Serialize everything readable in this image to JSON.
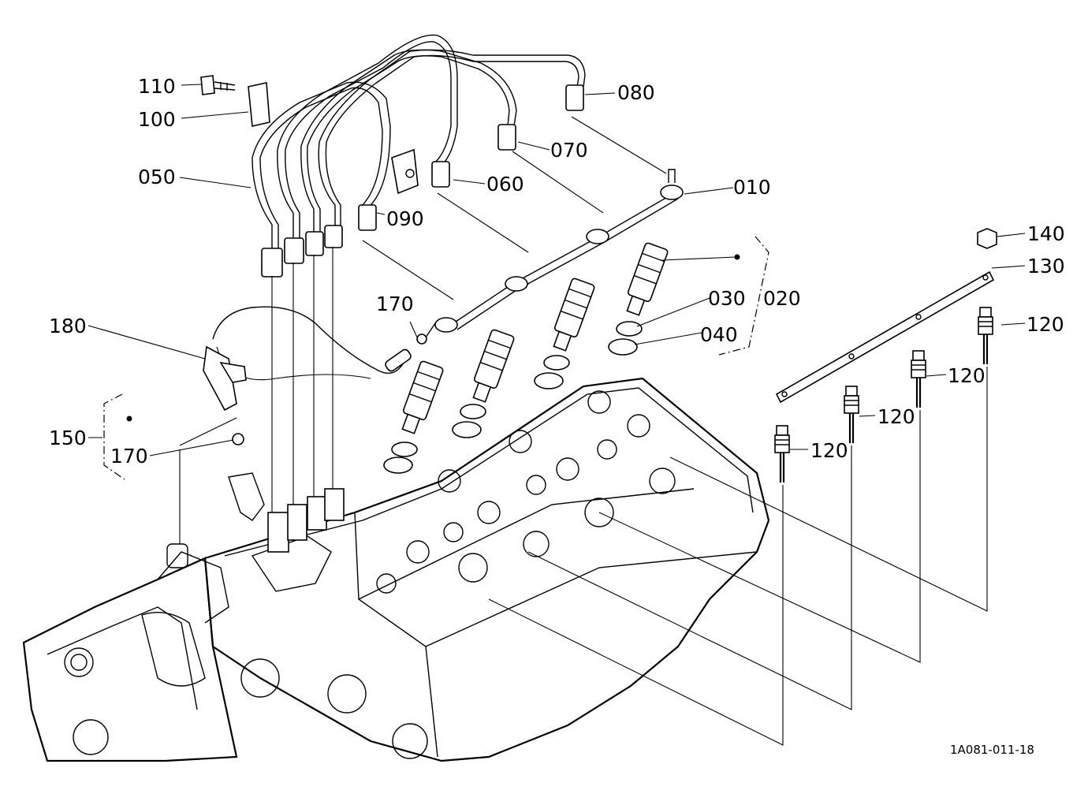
{
  "callouts": {
    "c010": "010",
    "c020": "020",
    "c030": "030",
    "c040": "040",
    "c050": "050",
    "c060": "060",
    "c070": "070",
    "c080": "080",
    "c090": "090",
    "c100": "100",
    "c110": "110",
    "c120a": "120",
    "c120b": "120",
    "c120c": "120",
    "c120d": "120",
    "c130": "130",
    "c140": "140",
    "c150": "150",
    "c170a": "170",
    "c170b": "170",
    "c180": "180"
  },
  "drawing_code": "1A081-011-18"
}
